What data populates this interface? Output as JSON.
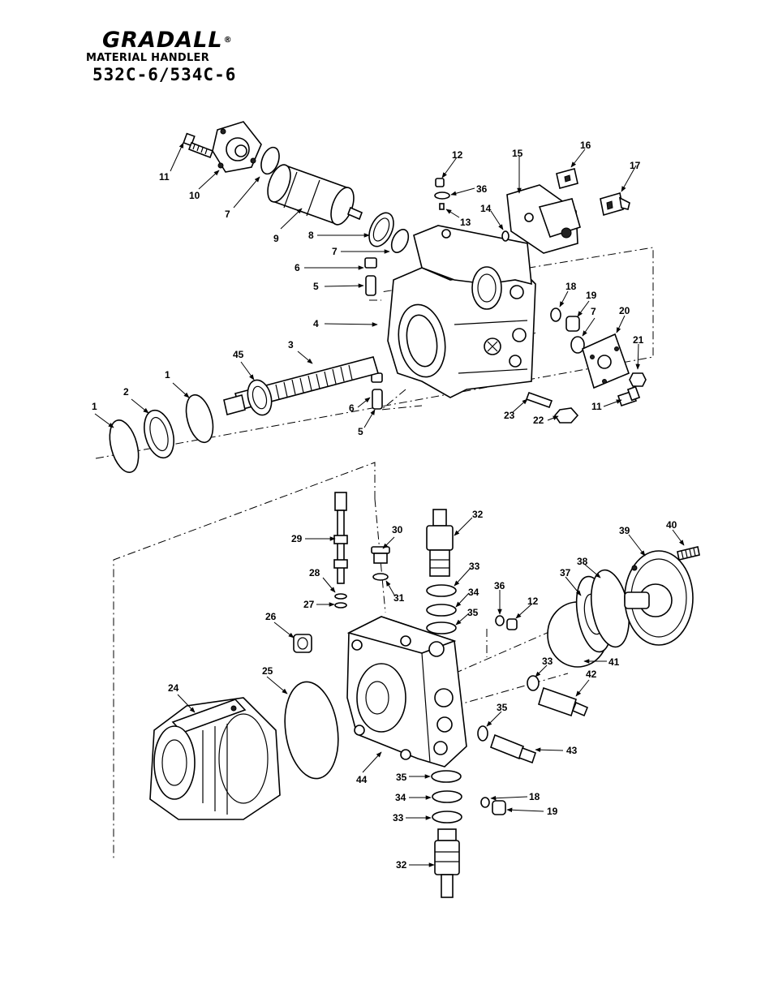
{
  "header": {
    "brand": "GRADALL",
    "registered": "®",
    "subtitle": "MATERIAL HANDLER",
    "model": "532C-6/534C-6"
  },
  "callouts": [
    "1",
    "1",
    "2",
    "3",
    "45",
    "4",
    "5",
    "6",
    "6",
    "5",
    "7",
    "7",
    "7",
    "8",
    "9",
    "10",
    "11",
    "11",
    "12",
    "13",
    "36",
    "14",
    "15",
    "16",
    "17",
    "18",
    "19",
    "20",
    "21",
    "22",
    "23",
    "29",
    "28",
    "27",
    "30",
    "31",
    "32",
    "33",
    "34",
    "35",
    "36",
    "12",
    "37",
    "38",
    "39",
    "40",
    "41",
    "33",
    "42",
    "35",
    "43",
    "26",
    "25",
    "24",
    "44",
    "35",
    "34",
    "33",
    "18",
    "19",
    "32"
  ]
}
